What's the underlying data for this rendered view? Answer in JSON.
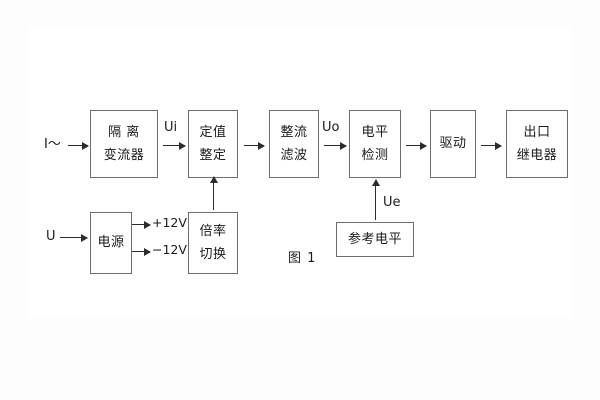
{
  "figure": {
    "caption": "图 1",
    "colors": {
      "box_border": "#6e6e6e",
      "connector": "#2b2b2b",
      "text": "#1b1b1b",
      "background": "#fdfdfd",
      "plate": "#ffffff"
    }
  },
  "inputs": {
    "current": "I～",
    "voltage": "U"
  },
  "blocks": {
    "isolation_ct": {
      "line1": "隔 离",
      "line2": "变流器"
    },
    "setting": {
      "line1": "定值",
      "line2": "整定"
    },
    "rectifier_filter": {
      "line1": "整流",
      "line2": "滤波"
    },
    "level_detect": {
      "line1": "电平",
      "line2": "检测"
    },
    "drive": {
      "line1": "驱动",
      "line2": ""
    },
    "output_relay": {
      "line1": "出口",
      "line2": "继电器"
    },
    "power_supply": {
      "line1": "电源",
      "line2": ""
    },
    "multiplier_switch": {
      "line1": "倍率",
      "line2": "切换"
    },
    "reference_level": {
      "line1": "参考电平",
      "line2": ""
    }
  },
  "signals": {
    "ui": "Ui",
    "uo": "Uo",
    "ue": "Ue",
    "rail_pos": "+12V",
    "rail_neg": "−12V"
  }
}
